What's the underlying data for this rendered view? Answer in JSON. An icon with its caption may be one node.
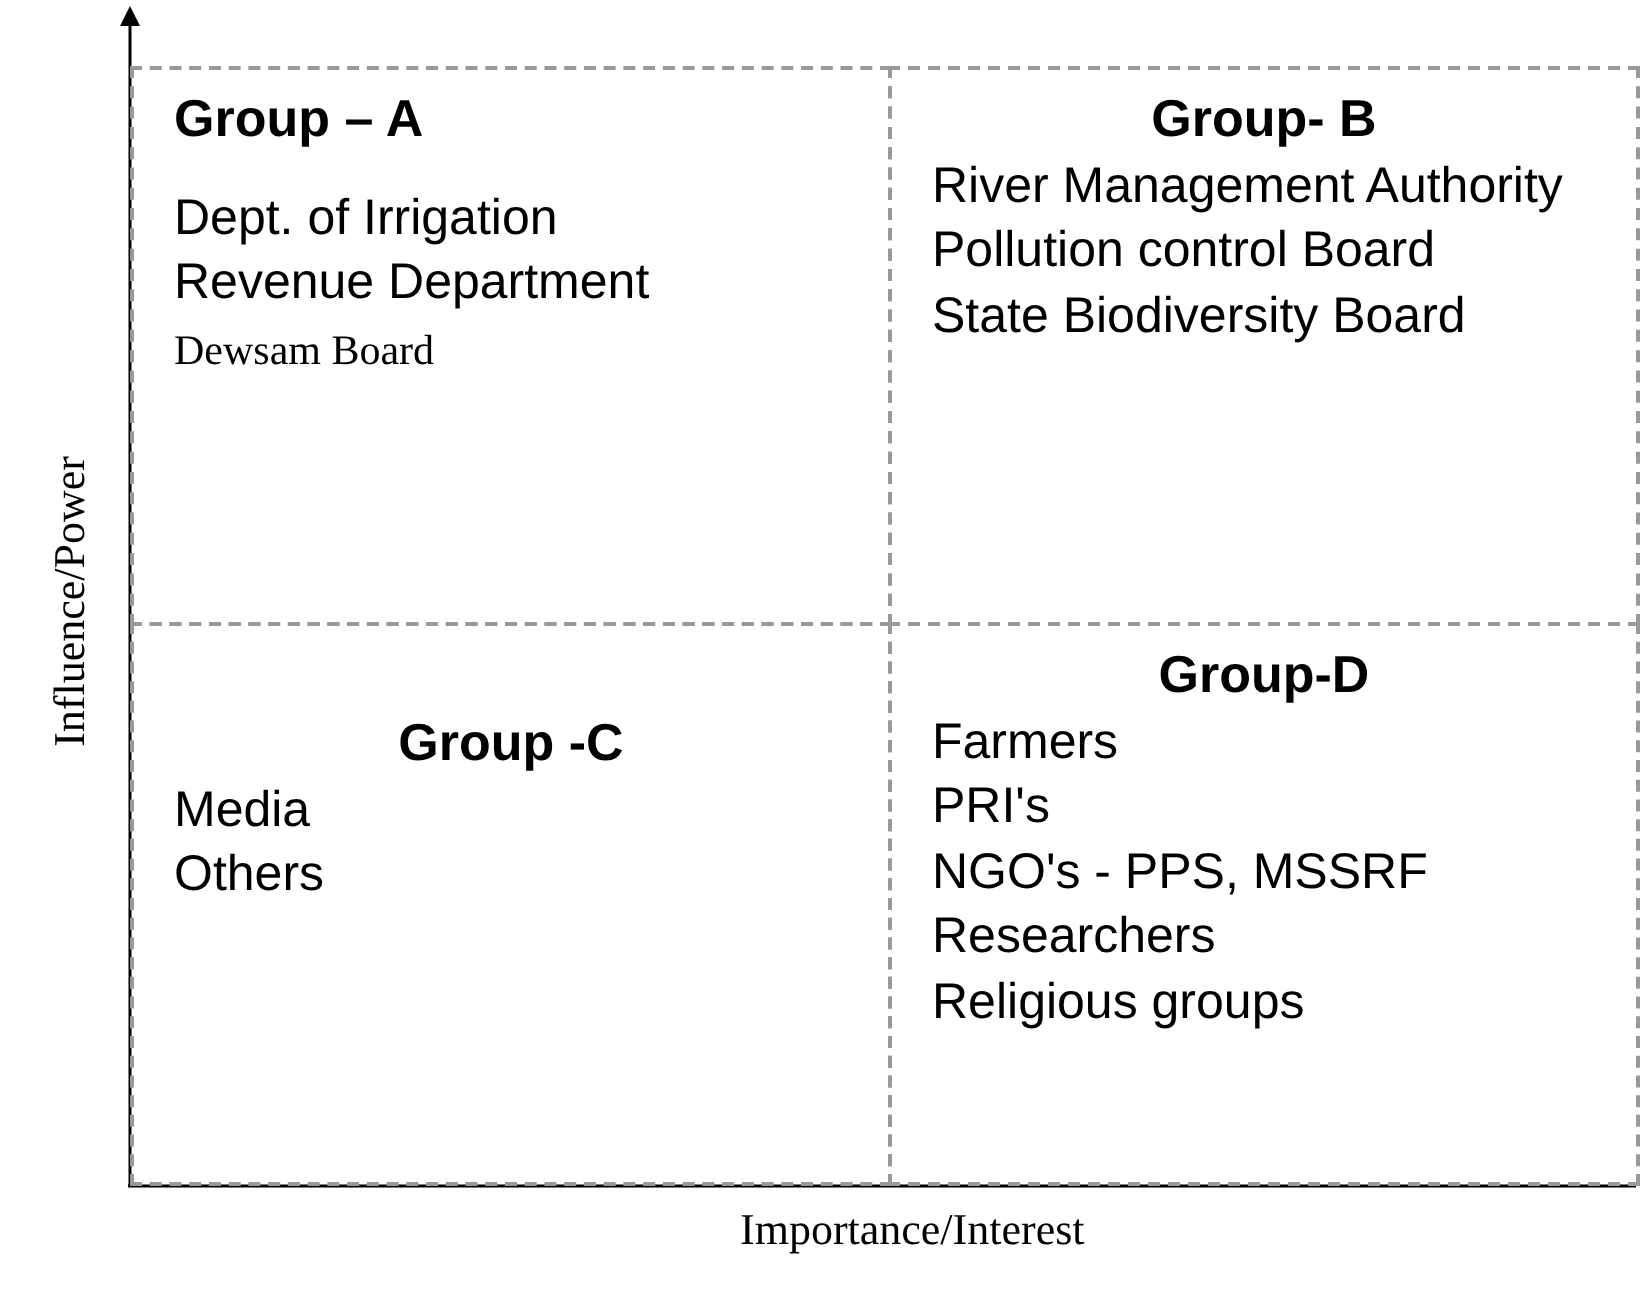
{
  "diagram": {
    "nodes": [
      {
        "text": [
          "Group – A",
          "Dept. of Irrigation",
          "Revenue Department",
          "Dewsam Board"
        ]
      },
      {
        "text": [
          "Group- B",
          "River Management Authority",
          "Pollution control Board",
          "State Biodiversity Board"
        ]
      },
      {
        "text": [
          "Group -C",
          "Media",
          "Others"
        ]
      },
      {
        "text": [
          "Group-D",
          "Farmers",
          "PRI's",
          "NGO's - PPS, MSSRF",
          "Researchers",
          "Religious groups"
        ]
      }
    ],
    "edges": [],
    "labels": [
      "Influence/Power",
      "Importance/Interest"
    ]
  }
}
